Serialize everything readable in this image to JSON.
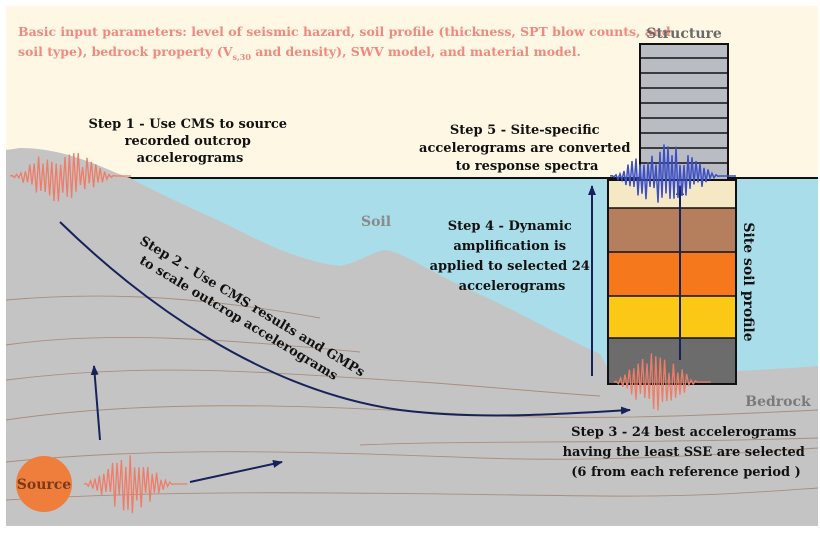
{
  "intro": {
    "line1": "Basic input parameters: level of seismic hazard, soil profile (thickness, SPT blow counts, and",
    "line2_a": "soil type), bedrock property (V",
    "line2_sub": "s,30",
    "line2_b": " and density), SWV model, and material model."
  },
  "labels": {
    "structure": "Structure",
    "soil": "Soil",
    "bedrock": "Bedrock",
    "source": "Source",
    "site_soil_profile": "Site soil profile"
  },
  "steps": {
    "step1": [
      "Step 1 - Use CMS to source",
      "recorded outcrop",
      "accelerograms"
    ],
    "step2": [
      "Step 2 - Use CMS results and GMPs",
      "to scale outcrop accelerograms"
    ],
    "step3": [
      "Step 3 - 24 best accelerograms",
      "having the  least SSE are selected",
      "(6 from each reference period )"
    ],
    "step4": [
      "Step 4 - Dynamic",
      "amplification is",
      "applied to selected 24",
      "accelerograms"
    ],
    "step5": [
      "Step 5 - Site-specific",
      "accelerograms are converted",
      "to response spectra"
    ]
  },
  "colors": {
    "sky": "#fdf7e3",
    "water": "#a9dde9",
    "ground": "#c4c4c4",
    "wave": "#ee7d68",
    "site_wave": "#3d4fc4",
    "arrow": "#16235a",
    "layer_top": "#f4e9c4",
    "layer_brown": "#b57e5d",
    "layer_orange": "#f6781c",
    "layer_yellow": "#fbc816",
    "layer_grey": "#6c6c6c",
    "building": "#b9bcc2",
    "source_fill": "#ef7d3c"
  }
}
